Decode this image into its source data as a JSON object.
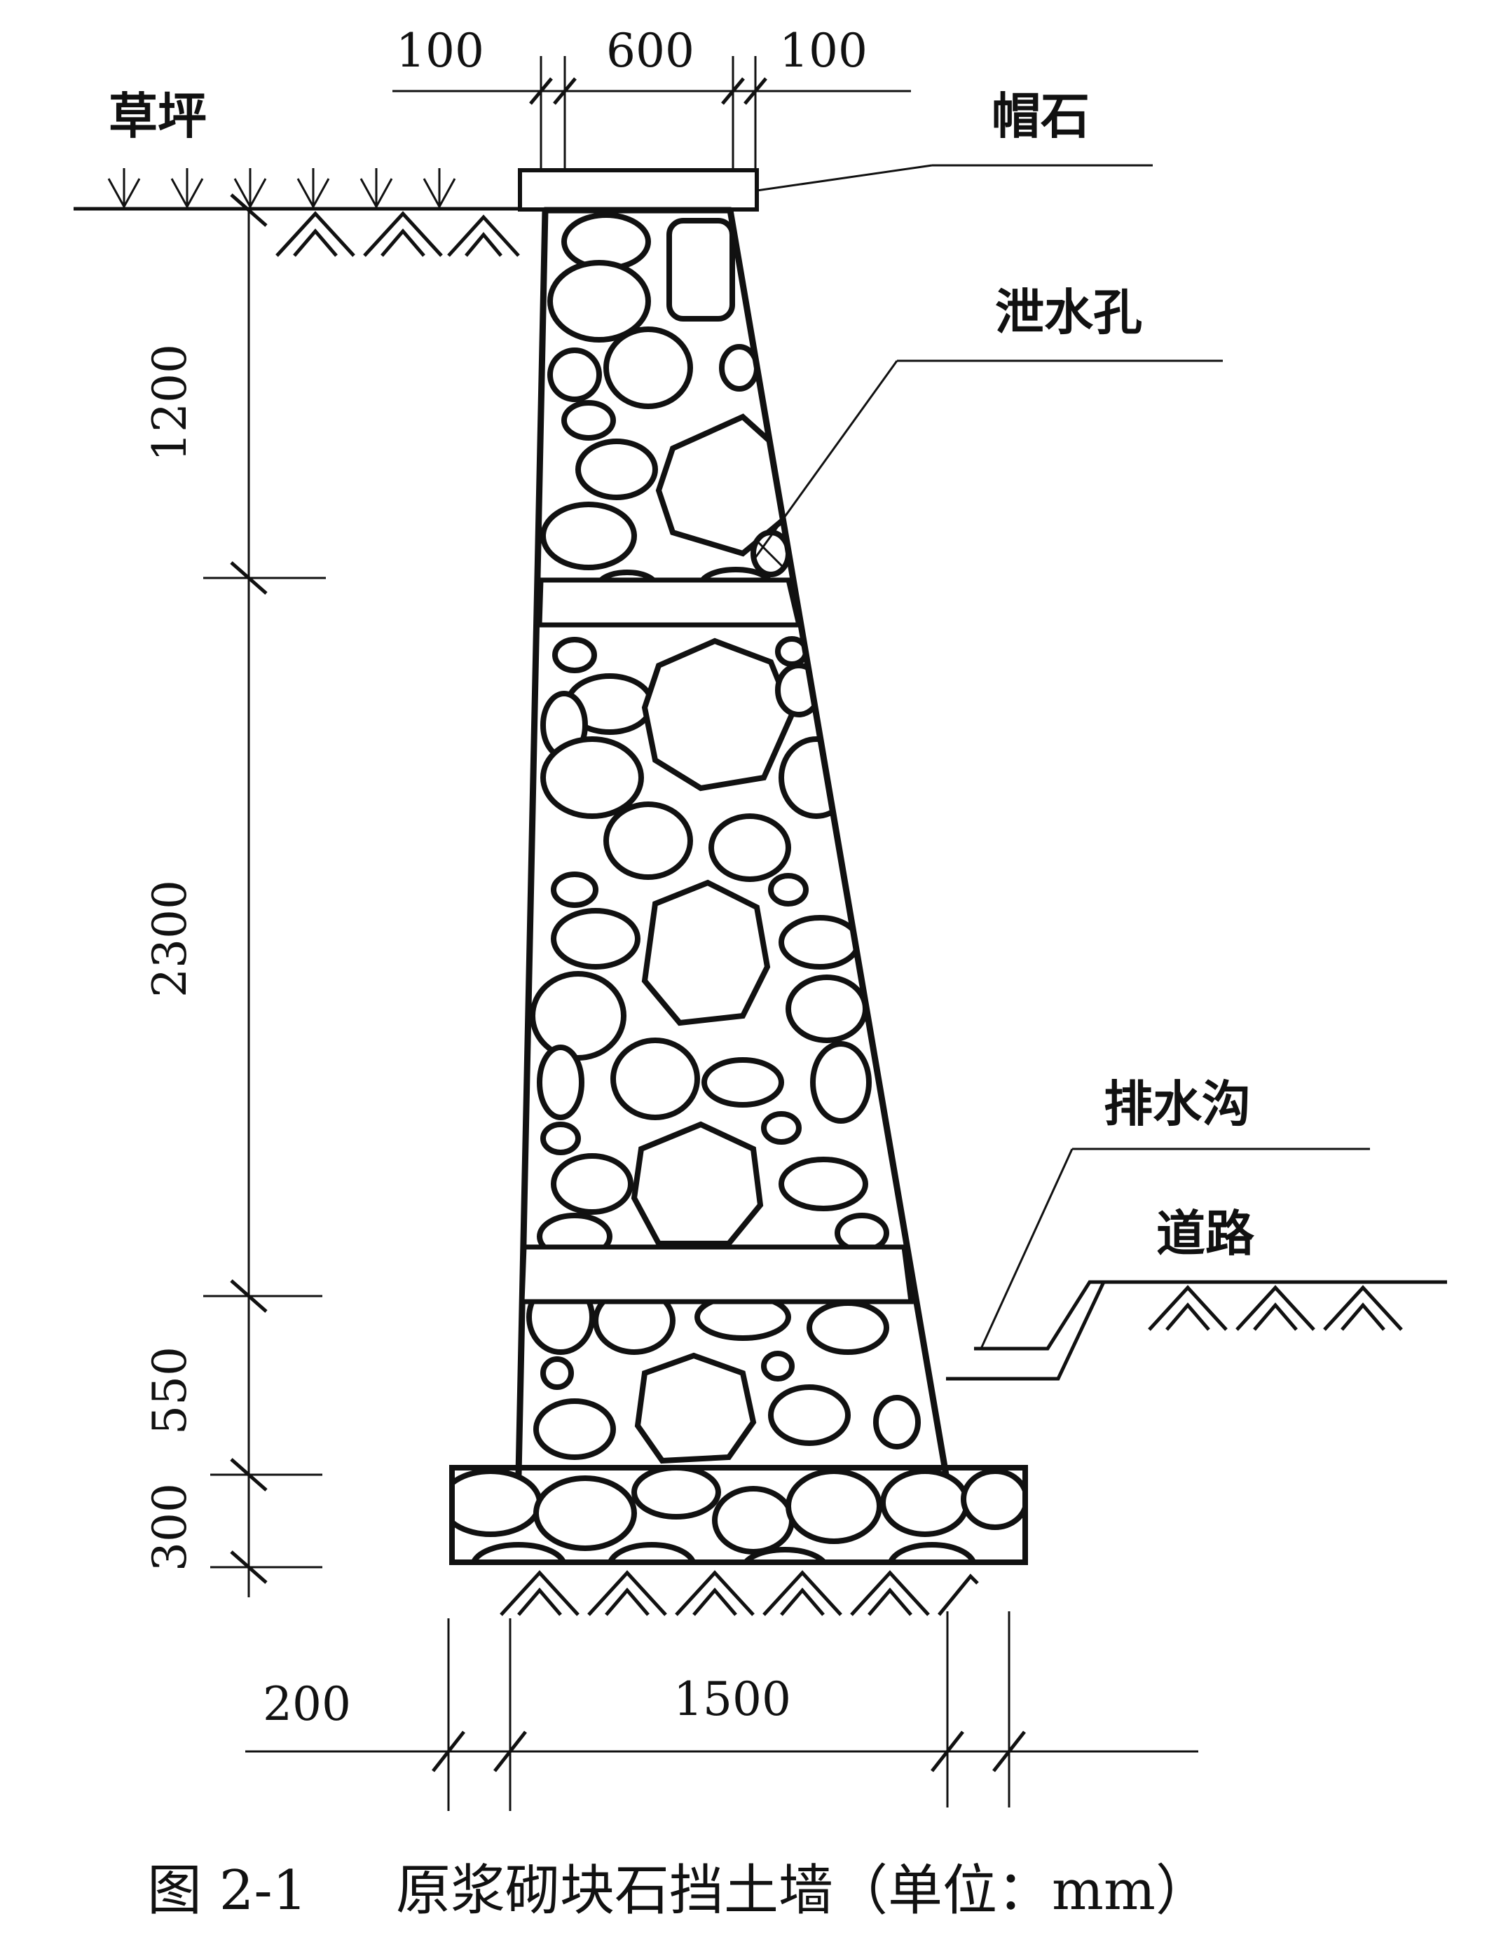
{
  "dimensions": {
    "top_left": "100",
    "top_middle": "600",
    "top_right": "100",
    "height_upper": "1200",
    "height_middle": "2300",
    "height_lower": "550",
    "height_base": "300",
    "base_toe": "200",
    "base_width": "1500"
  },
  "labels": {
    "lawn": "草坪",
    "cap_stone": "帽石",
    "weep_hole": "泄水孔",
    "drain_ditch": "排水沟",
    "road": "道路"
  },
  "caption": {
    "number": "图 2-1",
    "title": "原浆砌块石挡土墙（单位：mm）"
  },
  "colors": {
    "ink": "#111111",
    "background": "#ffffff"
  }
}
